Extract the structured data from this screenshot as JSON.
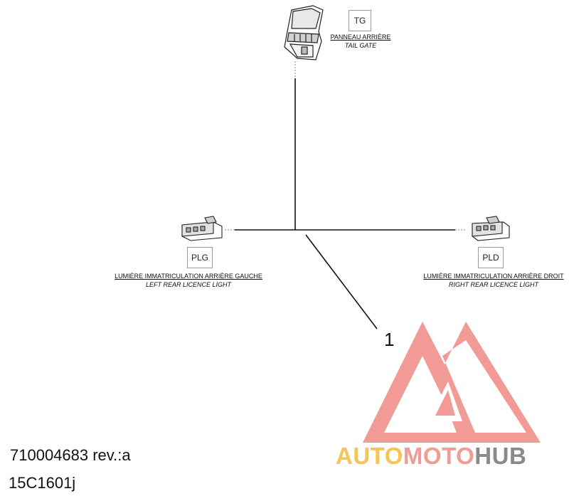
{
  "connectors": [
    {
      "code": "TG",
      "fr": "PANNEAU ARRIÈRE",
      "en": "TAIL GATE"
    },
    {
      "code": "PLG",
      "fr": "LUMIÈRE IMMATRICULATION ARRIÈRE GAUCHE",
      "en": "LEFT REAR LICENCE LIGHT"
    },
    {
      "code": "PLD",
      "fr": "LUMIÈRE IMMATRICULATION ARRIÈRE DROIT",
      "en": "RIGHT REAR LICENCE LIGHT"
    }
  ],
  "callout": "1",
  "part_number": "710004683 rev.:a",
  "diagram_code": "15C1601j",
  "watermark": {
    "parts": [
      "AUTO",
      "MOTO",
      "HUB"
    ],
    "colors": {
      "auto": "#f6c356",
      "moto": "#f29b96",
      "hub": "#8a8a8a",
      "logo": "#f29b96"
    }
  }
}
